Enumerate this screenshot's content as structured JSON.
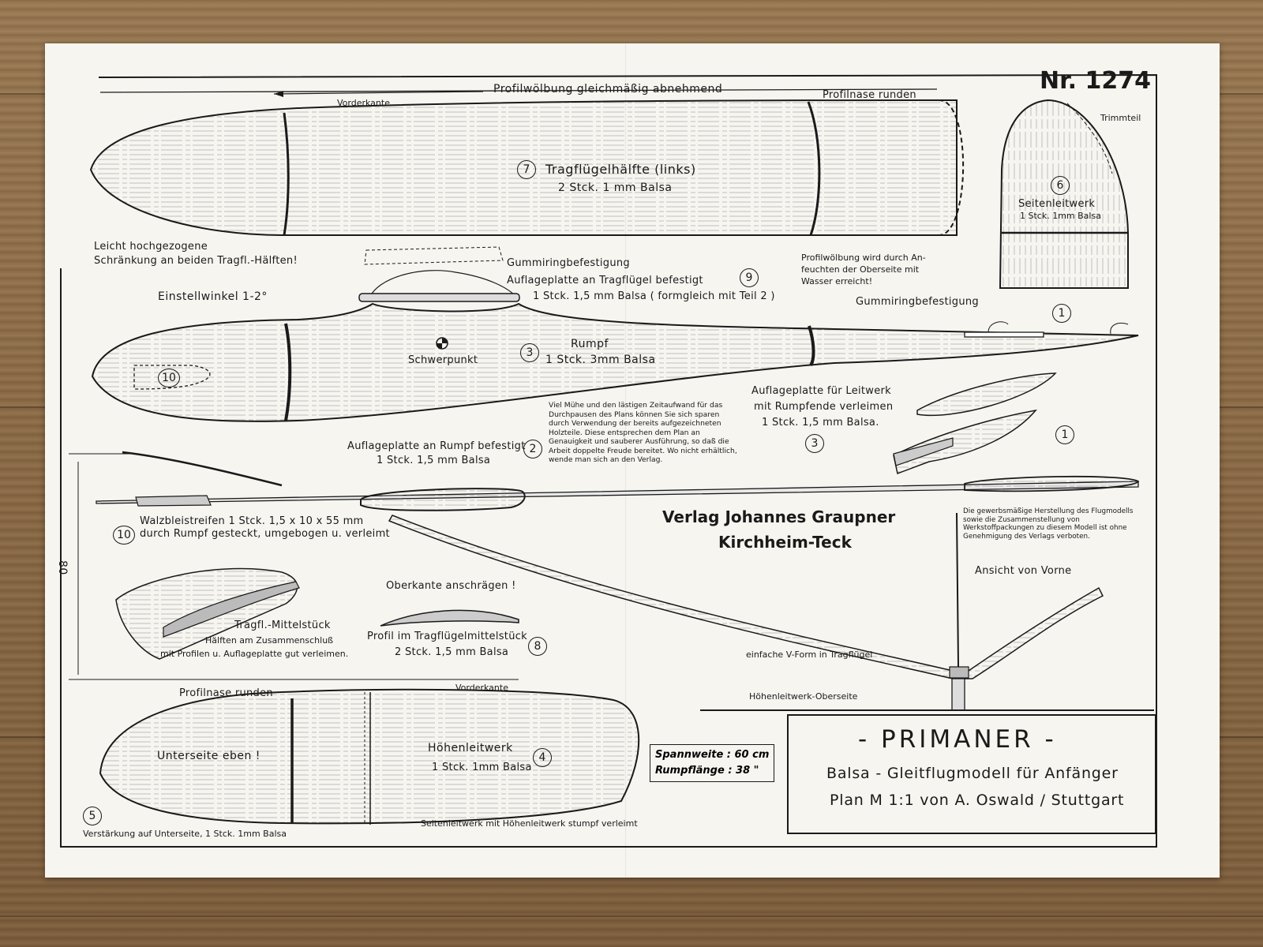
{
  "plan": {
    "number": "Nr. 1274",
    "publisher": "Verlag Johannes Graupner",
    "location": "Kirchheim-Teck",
    "title": "- PRIMANER -",
    "subtitle": "Balsa - Gleitflugmodell für Anfänger",
    "author_line": "Plan M 1:1 von A. Oswald / Stuttgart",
    "spec_span": "Spannweite :  60 cm",
    "spec_length": "Rumpflänge :  38  \"",
    "copyright": "Die gewerbsmäßige Herstellung des Flugmodells sowie die Zusammenstellung von Werkstoffpackungen zu diesem Modell ist ohne Genehmigung des Verlags verboten.",
    "note": "Viel Mühe und den lästigen Zeitaufwand für das Durchpausen des Plans können Sie sich sparen durch Verwendung der bereits aufgezeichneten Holzteile. Diese entsprechen dem Plan an Genauigkeit und sauberer Ausführung, so daß die Arbeit doppelte Freude bereitet. Wo nicht erhältlich, wende man sich an den Verlag."
  },
  "labels": {
    "profilwoelbung": "Profilwölbung gleichmäßig abnehmend",
    "vorderkante_top": "Vorderkante",
    "profilnase_top": "Profilnase runden",
    "wing_part": "Tragflügelhälfte (links)",
    "wing_qty": "2 Stck.   1 mm Balsa",
    "schraenkung_1": "Leicht hochgezogene",
    "schraenkung_2": "Schränkung an beiden Tragfl.-Hälften!",
    "befeuchten_1": "Profilwölbung wird durch An-",
    "befeuchten_2": "feuchten der Oberseite mit",
    "befeuchten_3": "Wasser erreicht!",
    "trimmteil": "Trimmteil",
    "fin_part": "Seitenleitwerk",
    "fin_qty": "1 Stck.   1mm Balsa",
    "gummi_1": "Gummiringbefestigung",
    "auflage_9": "Auflageplatte an Tragflügel befestigt",
    "auflage_9_qty": "1 Stck. 1,5 mm Balsa ( formgleich mit Teil 2 )",
    "einstellwinkel": "Einstellwinkel  1-2°",
    "gummi_2": "Gummiringbefestigung",
    "schwerpunkt": "Schwerpunkt",
    "rumpf": "Rumpf",
    "rumpf_qty": "1 Stck.  3mm Balsa",
    "auflage_3_1": "Auflageplatte für Leitwerk",
    "auflage_3_2": "mit Rumpfende verleimen",
    "auflage_3_qty": "1 Stck.  1,5 mm Balsa.",
    "auflage_2": "Auflageplatte an Rumpf befestigt",
    "auflage_2_qty": "1 Stck.    1,5 mm Balsa",
    "walzblei_1": "Walzbleistreifen   1 Stck.  1,5 x 10 x 55 mm",
    "walzblei_2": "durch Rumpf gesteckt, umgebogen u. verleimt",
    "dim_80": "80",
    "oberkante": "Oberkante anschrägen !",
    "profil_8": "Profil im Tragflügelmittelstück",
    "profil_8_qty": "2 Stck.  1,5 mm Balsa",
    "mittel_1": "Tragfl.-Mittelstück",
    "mittel_2": "Hälften am Zusammenschluß",
    "mittel_3": "mit Profilen u. Auflageplatte gut verleimen.",
    "ansicht": "Ansicht von Vorne",
    "vform": "einfache V-Form in Tragflügel",
    "hoehen_oben": "Höhenleitwerk-Oberseite",
    "profilnase_bottom": "Profilnase  runden",
    "vorderkante_bottom": "Vorderkante",
    "unterseite": "Unterseite  eben !",
    "hoehen_part": "Höhenleitwerk",
    "hoehen_qty": "1 Stck.  1mm Balsa",
    "verstaerkung": "Verstärkung auf Unterseite,  1 Stck.  1mm Balsa",
    "seitenleitwerk_note": "Seitenleitwerk mit Höhenleitwerk stumpf verleimt"
  },
  "part_numbers": [
    "7",
    "6",
    "9",
    "1",
    "3",
    "3",
    "1",
    "2",
    "10",
    "10",
    "8",
    "4",
    "5"
  ]
}
